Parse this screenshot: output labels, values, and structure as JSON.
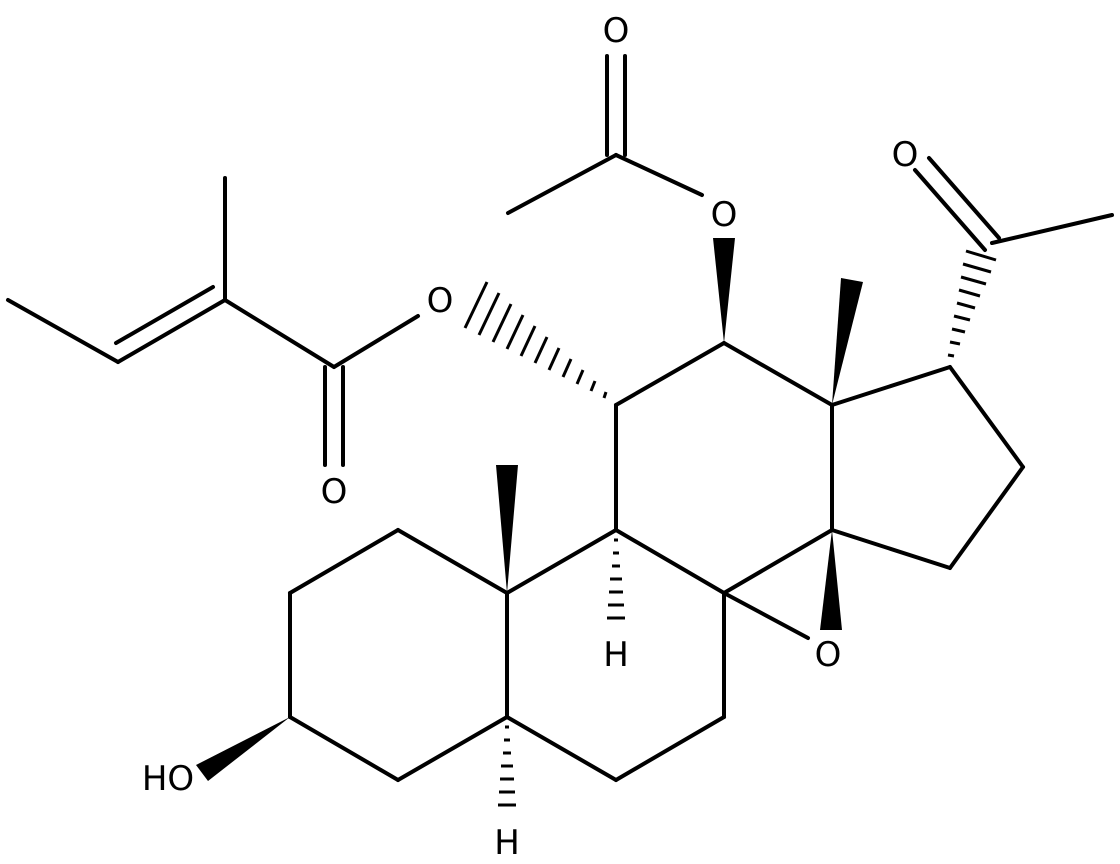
{
  "molecule": {
    "labels": {
      "carbonyl_oxygen_acetyl_ester": "O",
      "ester_oxygen_acetyl": "O",
      "carbonyl_oxygen_ketone": "O",
      "ester_oxygen_angelate": "O",
      "carbonyl_oxygen_angelate": "O",
      "epoxide_oxygen": "O",
      "hydroxyl": "HO",
      "hydrogen_c9": "H",
      "hydrogen_c5": "H"
    }
  }
}
